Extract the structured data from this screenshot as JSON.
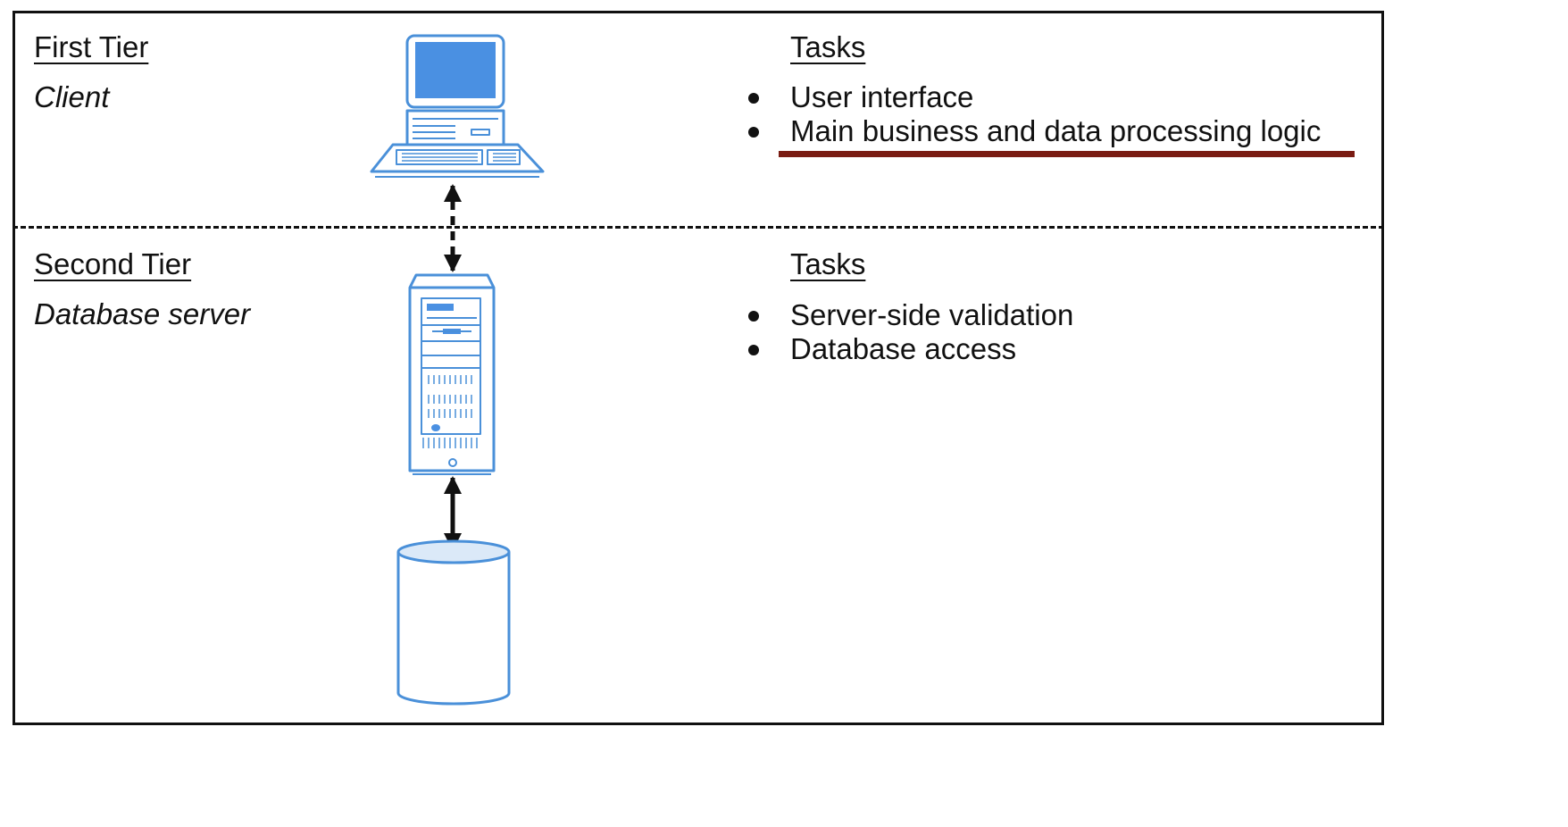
{
  "first_tier": {
    "title": "First Tier",
    "subtitle": "Client",
    "tasks_heading": "Tasks",
    "tasks": [
      "User interface",
      "Main business and data processing logic"
    ]
  },
  "second_tier": {
    "title": "Second Tier",
    "subtitle": "Database server",
    "tasks_heading": "Tasks",
    "tasks": [
      "Server-side validation",
      "Database access"
    ]
  },
  "colors": {
    "icon_stroke": "#4a90d9",
    "icon_fill": "#ffffff",
    "screen_fill": "#4a90e2",
    "highlight_underline": "#7a1c13",
    "divider": "#111111"
  }
}
